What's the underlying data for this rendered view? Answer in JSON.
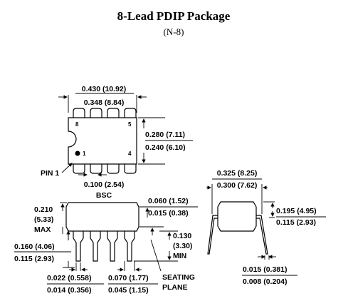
{
  "title": "8-Lead PDIP Package",
  "subtitle": "(N-8)",
  "top_view": {
    "length_max": "0.430 (10.92)",
    "length_min": "0.348 (8.84)",
    "width_max": "0.280 (7.11)",
    "width_min": "0.240 (6.10)",
    "pin_8": "8",
    "pin_5": "5",
    "pin_1": "1",
    "pin_4": "4",
    "pin1_label": "PIN 1",
    "pitch": "0.100 (2.54)",
    "pitch_note": "BSC"
  },
  "side_view": {
    "height_max_in": "0.210",
    "height_max_mm": "(5.33)",
    "height_max_note": "MAX",
    "standoff_max": "0.060 (1.52)",
    "standoff_min": "0.015 (0.38)",
    "body_max": "0.160 (4.06)",
    "body_min": "0.115 (2.93)",
    "lead_len_in": "0.130",
    "lead_len_mm": "(3.30)",
    "lead_len_note": "MIN",
    "lead_w_max": "0.022 (0.558)",
    "lead_w_min": "0.014 (0.356)",
    "shoulder_max": "0.070 (1.77)",
    "shoulder_min": "0.045 (1.15)",
    "seating_1": "SEATING",
    "seating_2": "PLANE"
  },
  "end_view": {
    "span_max": "0.325 (8.25)",
    "span_min": "0.300 (7.62)",
    "flare_max": "0.195 (4.95)",
    "flare_min": "0.115 (2.93)",
    "thick_max": "0.015 (0.381)",
    "thick_min": "0.008 (0.204)"
  }
}
